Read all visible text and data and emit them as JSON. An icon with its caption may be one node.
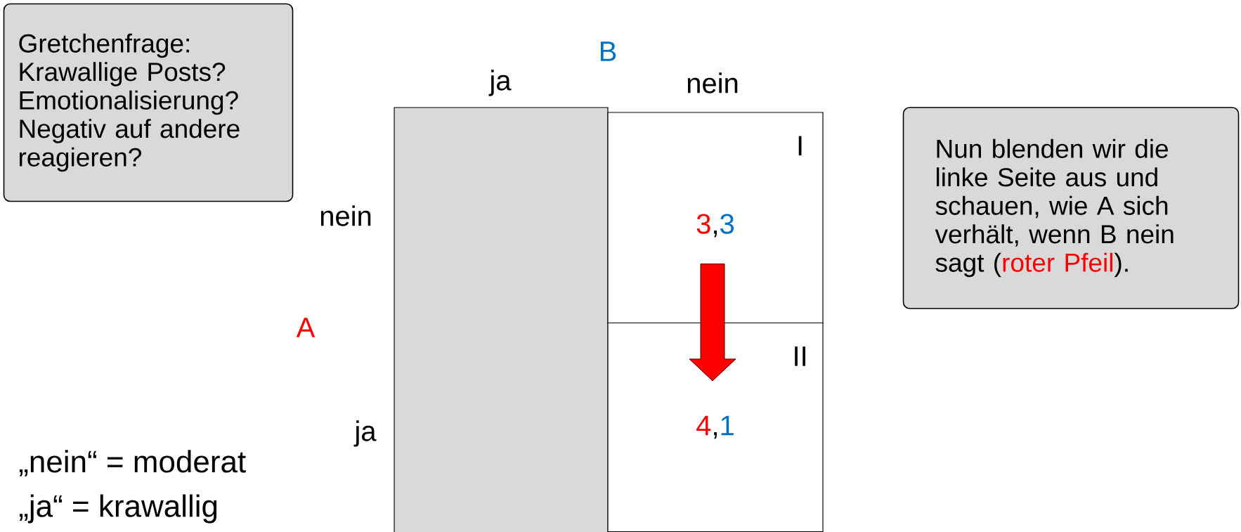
{
  "diagram": {
    "nodes": [
      {
        "text": [
          "Gretchenfrage: Krawallige Posts? Emotionalisierung? Negativ auf andere reagieren?"
        ]
      },
      {
        "text": [],
        "shape": "box"
      },
      {
        "text": [
          "I",
          "3",
          ",",
          "3"
        ]
      },
      {
        "text": [
          "II",
          "4",
          ",",
          "1"
        ]
      },
      {
        "text": [
          "Nun blenden wir die linke Seite aus und schauen, wie A sich verhält, wenn B nein sagt (",
          "roter Pfeil",
          ")."
        ]
      }
    ],
    "edges": [
      {
        "from": 2,
        "to": 3,
        "arrow": "to",
        "style": "thick",
        "color": "#ff0000"
      }
    ],
    "labels": [
      "B",
      "ja",
      "nein",
      "nein",
      "A",
      "ja",
      "„nein“ = moderat",
      "„ja“ = krawallig"
    ]
  }
}
